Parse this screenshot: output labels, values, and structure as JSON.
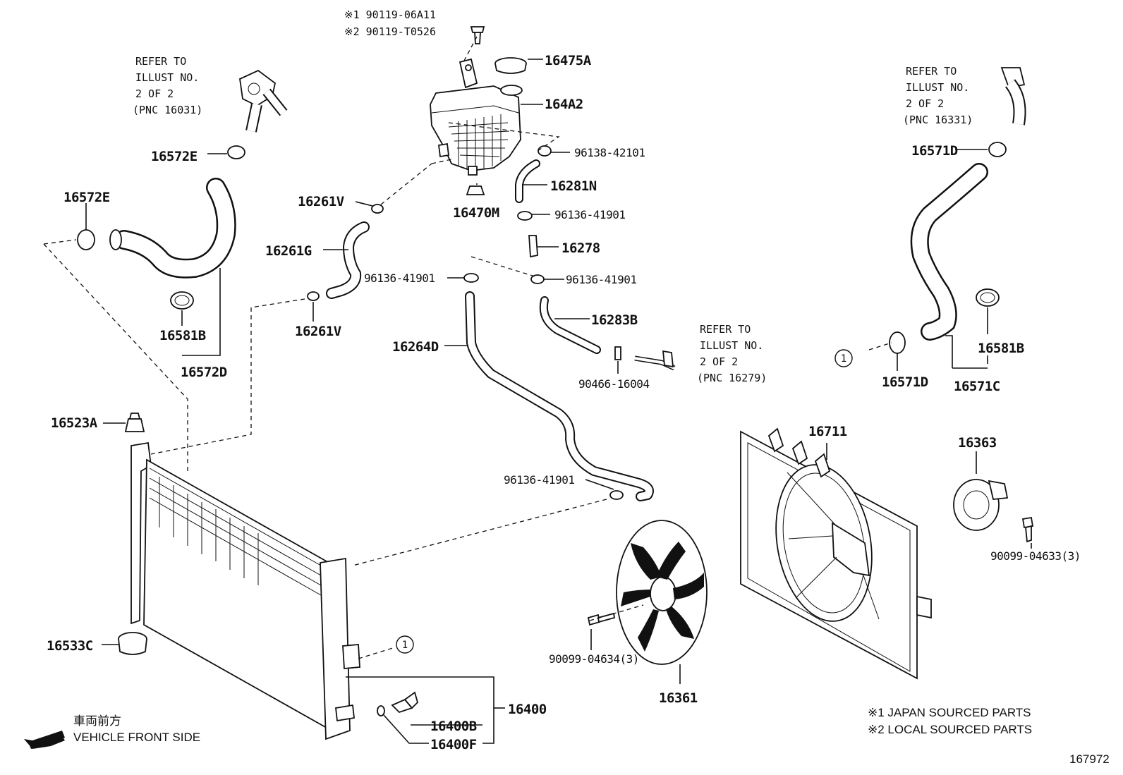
{
  "diagram_id": "167972",
  "labels": {
    "p16475A": "16475A",
    "p164A2": "164A2",
    "p96138_42101": "96138-42101",
    "p16281N": "16281N",
    "p96136_41901_a": "96136-41901",
    "p16278": "16278",
    "p96136_41901_b": "96136-41901",
    "p96136_41901_c": "96136-41901",
    "p96136_41901_d": "96136-41901",
    "p16283B": "16283B",
    "p16470M": "16470M",
    "p16261V_top": "16261V",
    "p16261G": "16261G",
    "p16261V_bottom": "16261V",
    "p16264D": "16264D",
    "p90466_16004": "90466-16004",
    "p16572E_top": "16572E",
    "p16572E_left": "16572E",
    "p16581B_left": "16581B",
    "p16572D": "16572D",
    "p16571D_top": "16571D",
    "p16581B_right": "16581B",
    "p16571D_bottom": "16571D",
    "p16571C": "16571C",
    "p16523A": "16523A",
    "p16533C": "16533C",
    "p16400": "16400",
    "p16400B": "16400B",
    "p16400F": "16400F",
    "p16711": "16711",
    "p16363": "16363",
    "p90099_04633": "90099-04633(3)",
    "p90099_04634": "90099-04634(3)",
    "p16361": "16361"
  },
  "bolt_note": {
    "line1": "※1 90119-06A11",
    "line2": "※2 90119-T0526"
  },
  "refer_left": {
    "l1": "REFER TO",
    "l2": "ILLUST NO.",
    "l3": "2 OF 2",
    "l4": "(PNC 16031)"
  },
  "refer_right": {
    "l1": "REFER TO",
    "l2": "ILLUST NO.",
    "l3": "2 OF 2",
    "l4": "(PNC 16331)"
  },
  "refer_mid": {
    "l1": "REFER TO",
    "l2": "ILLUST NO.",
    "l3": "2 OF 2",
    "l4": "(PNC 16279)"
  },
  "circle_marker": "1",
  "direction": {
    "jp": "車両前方",
    "en": "VEHICLE FRONT SIDE"
  },
  "footnotes": {
    "n1": "※1 JAPAN SOURCED PARTS",
    "n2": "※2 LOCAL SOURCED PARTS"
  }
}
